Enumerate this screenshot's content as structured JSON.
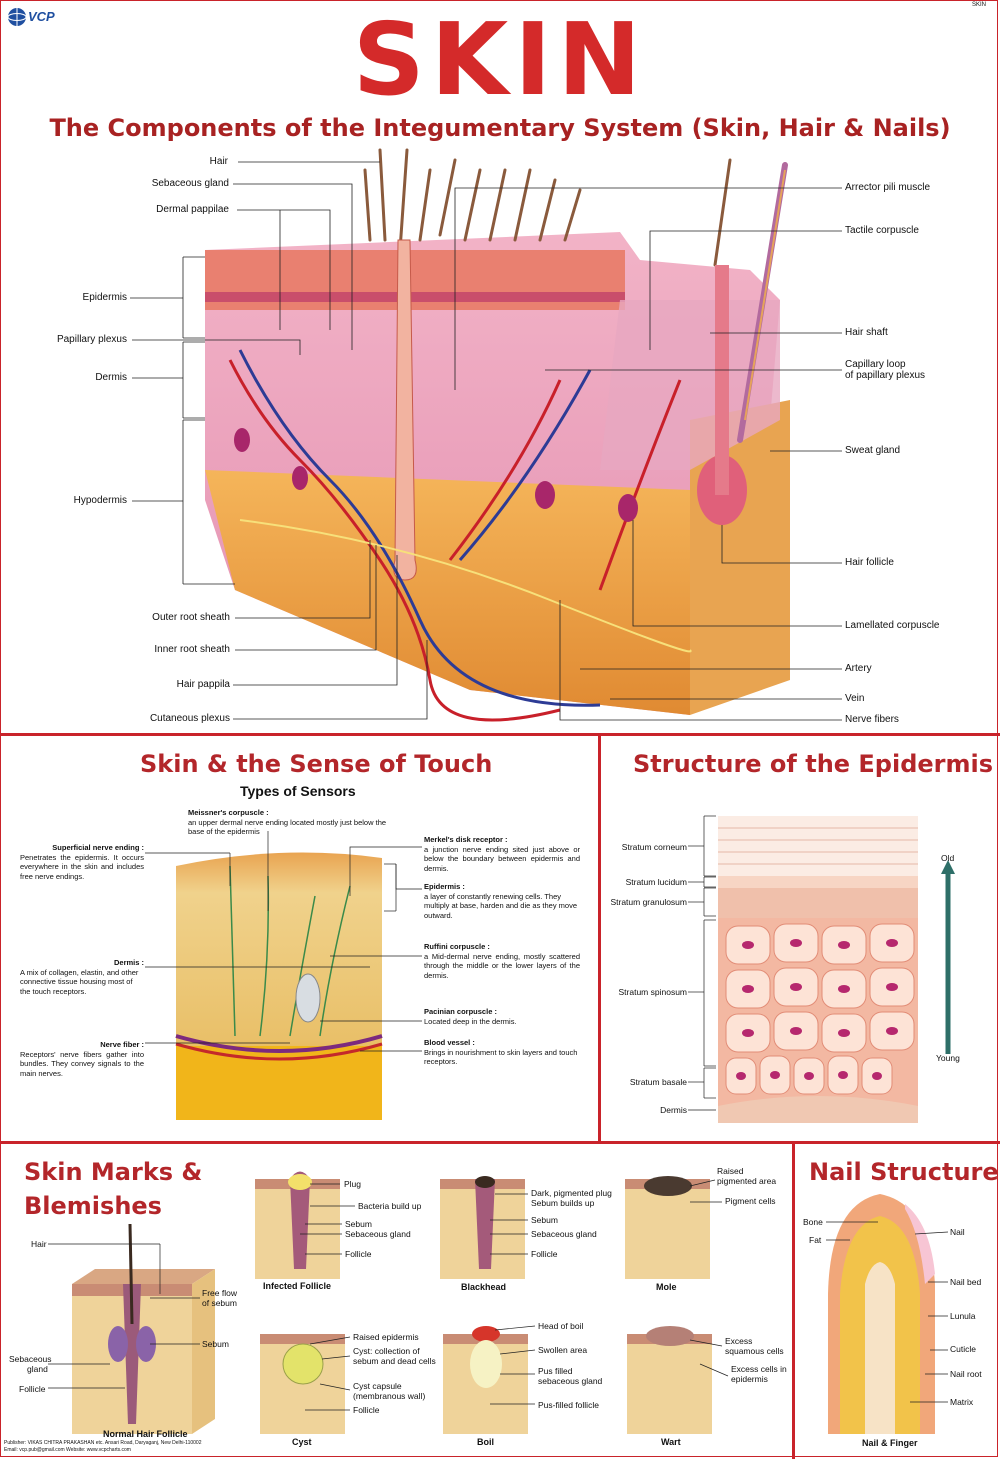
{
  "header": {
    "logo": "VCP",
    "corner": "SKIN",
    "title": "SKIN",
    "subtitle": "The Components of the Integumentary System (Skin, Hair & Nails)"
  },
  "main": {
    "left_labels": [
      "Hair",
      "Sebaceous gland",
      "Dermal pappilae",
      "Epidermis",
      "Papillary plexus",
      "Dermis",
      "Hypodermis",
      "Outer root sheath",
      "Inner root sheath",
      "Hair pappila",
      "Cutaneous plexus"
    ],
    "right_labels": [
      "Arrector pili muscle",
      "Tactile corpuscle",
      "Hair shaft",
      "Capillary loop",
      "of papillary plexus",
      "Sweat gland",
      "Hair follicle",
      "Lamellated corpuscle",
      "Artery",
      "Vein",
      "Nerve fibers"
    ]
  },
  "touch": {
    "title": "Skin & the Sense of Touch",
    "subtitle": "Types of Sensors",
    "meissner": {
      "title": "Meissner's corpuscle :",
      "text": "an upper dermal nerve ending located mostly just below the base of the epidermis"
    },
    "superficial": {
      "title": "Superficial nerve ending :",
      "text": "Penetrates the epidermis. It occurs everywhere in the skin and includes free nerve endings."
    },
    "merkel": {
      "title": "Merkel's disk receptor :",
      "text": "a junction nerve ending sited just above or below the boundary between epidermis and dermis."
    },
    "epidermis": {
      "title": "Epidermis :",
      "text": "a layer of constantly renewing cells. They multiply at base, harden and die as they move outward."
    },
    "dermis": {
      "title": "Dermis :",
      "text": "A mix of collagen, elastin, and other connective tissue housing most of the touch receptors."
    },
    "ruffini": {
      "title": "Ruffini corpuscle :",
      "text": "a Mid-dermal nerve ending, mostly scattered through the middle or the lower layers of the dermis."
    },
    "pacinian": {
      "title": "Pacinian corpuscle :",
      "text": "Located deep in the dermis."
    },
    "nerve": {
      "title": "Nerve fiber :",
      "text": "Receptors' nerve fibers gather into bundles. They convey signals to the main nerves."
    },
    "blood": {
      "title": "Blood vessel :",
      "text": "Brings in nourishment to skin layers and touch receptors."
    }
  },
  "epidermis": {
    "title": "Structure of the Epidermis",
    "layers": [
      "Stratum corneum",
      "Stratum lucidum",
      "Stratum granulosum",
      "Stratum spinosum",
      "Stratum basale",
      "Dermis"
    ],
    "old": "Old",
    "young": "Young"
  },
  "marks": {
    "title_line1": "Skin Marks &",
    "title_line2": "Blemishes",
    "normal": {
      "caption": "Normal Hair Follicle",
      "labels": [
        "Hair",
        "Free flow",
        "of sebum",
        "Sebum",
        "Sebaceous",
        "gland",
        "Follicle"
      ]
    },
    "infected": {
      "caption": "Infected Follicle",
      "labels": [
        "Plug",
        "Bacteria build up",
        "Sebum",
        "Sebaceous gland",
        "Follicle"
      ]
    },
    "blackhead": {
      "caption": "Blackhead",
      "labels": [
        "Dark, pigmented plug",
        "Sebum builds up",
        "Sebum",
        "Sebaceous gland",
        "Follicle"
      ]
    },
    "mole": {
      "caption": "Mole",
      "labels": [
        "Raised",
        "pigmented area",
        "Pigment cells"
      ]
    },
    "cyst": {
      "caption": "Cyst",
      "labels": [
        "Raised epidermis",
        "Cyst: collection of",
        "sebum and dead cells",
        "Cyst capsule",
        "(membranous wall)",
        "Follicle"
      ]
    },
    "boil": {
      "caption": "Boil",
      "labels": [
        "Head of boil",
        "Swollen area",
        "Pus filled",
        "sebaceous gland",
        "Pus-filled follicle"
      ]
    },
    "wart": {
      "caption": "Wart",
      "labels": [
        "Excess",
        "squamous cells",
        "Excess cells in",
        "epidermis"
      ]
    },
    "publisher": "Publisher: VIKAS CHITRA PRAKASHAN etc. Ansari Road, Daryaganj, New Delhi-110002",
    "publisher2": "Email: vcp.pub@gmail.com  Website: www.vcpcharts.com"
  },
  "nail": {
    "title": "Nail Structure",
    "caption": "Nail & Finger",
    "labels": [
      "Bone",
      "Fat",
      "Nail",
      "Nail bed",
      "Lunula",
      "Cuticle",
      "Nail root",
      "Matrix"
    ]
  },
  "colors": {
    "accent": "#c9232a",
    "title": "#d42a2a",
    "arrow": "#2e6f68"
  }
}
